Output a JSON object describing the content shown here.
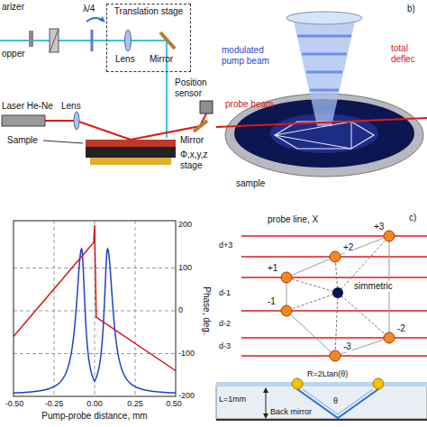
{
  "diagram": {
    "nodes": [
      {
        "text": [
          "Translation stage"
        ]
      }
    ],
    "labels": [
      "arizer",
      "λ/4",
      "opper",
      "Lens",
      "Mirror",
      "Laser He-Ne",
      "Lens",
      "Position sensor",
      "Mirror",
      "Sample",
      "Φ,x,y,z stage",
      "b)",
      "modulated pump beam",
      "total deflec",
      "probe beam",
      "sample",
      "c)",
      "probe line, X",
      "+3",
      "+2",
      "+1",
      "-1",
      "-2",
      "-3",
      "d+3",
      "d-1",
      "d-2",
      "d-3",
      "simmetric",
      "R=2Ltan(θ)",
      "θ",
      "L=1mm",
      "Back mirror",
      "200",
      "100",
      "0",
      "-100",
      "-200",
      "Phase, deg.",
      "-0.50",
      "-0.25",
      "0.00",
      "0.25",
      "0.50",
      "Pump-probe distance, mm"
    ]
  }
}
